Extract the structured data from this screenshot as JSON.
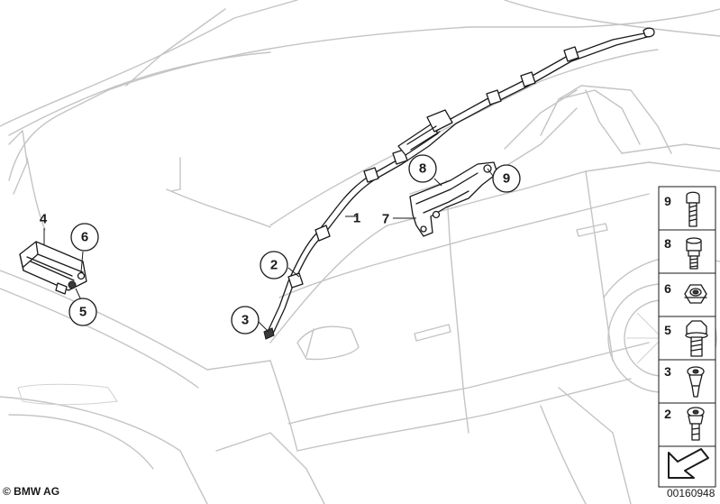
{
  "callouts": [
    {
      "number": "1"
    },
    {
      "number": "2"
    },
    {
      "number": "3"
    },
    {
      "number": "4"
    },
    {
      "number": "5"
    },
    {
      "number": "6"
    },
    {
      "number": "7"
    },
    {
      "number": "8"
    },
    {
      "number": "9"
    }
  ],
  "legend": {
    "items": [
      {
        "number": "9"
      },
      {
        "number": "8"
      },
      {
        "number": "6"
      },
      {
        "number": "5"
      },
      {
        "number": "3"
      },
      {
        "number": "2"
      }
    ]
  },
  "footer": {
    "copyright": "© BMW AG",
    "diagram_id": "00160948"
  }
}
